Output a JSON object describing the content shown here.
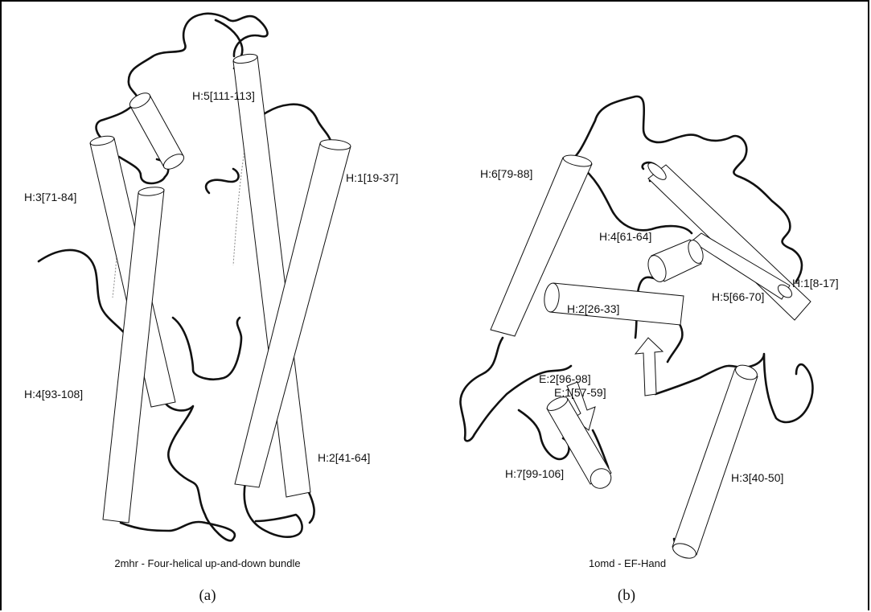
{
  "panels": [
    {
      "id": "a",
      "caption": "2mhr - Four-helical up-and-down bundle",
      "sublabel": "(a)",
      "helices": [
        "H:5[111-113]",
        "H:1[19-37]",
        "H:3[71-84]",
        "H:4[93-108]",
        "H:2[41-64]"
      ]
    },
    {
      "id": "b",
      "caption": "1omd - EF-Hand",
      "sublabel": "(b)",
      "helices": [
        "H:6[79-88]",
        "H:4[61-64]",
        "H:1[8-17]",
        "H:5[66-70]",
        "H:2[26-33]",
        "H:3[40-50]",
        "H:7[99-106]"
      ],
      "strands": [
        "E:2[96-98]",
        "E:1[57-59]"
      ]
    }
  ]
}
